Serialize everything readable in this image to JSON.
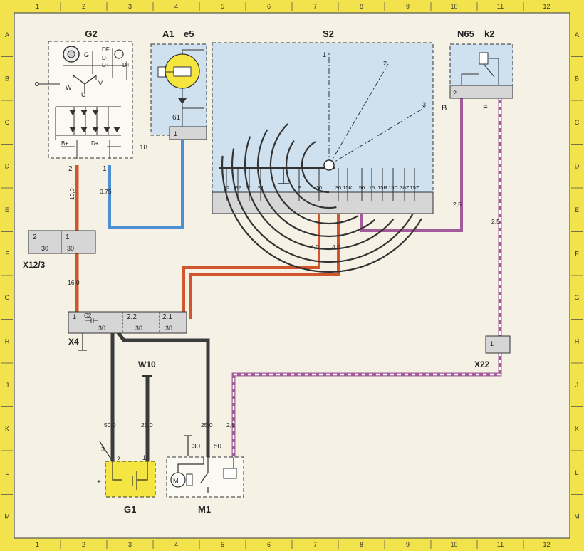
{
  "frame": {
    "columns": [
      "1",
      "2",
      "3",
      "4",
      "5",
      "6",
      "7",
      "8",
      "9",
      "10",
      "11",
      "12"
    ],
    "rows": [
      "A",
      "B",
      "C",
      "D",
      "E",
      "F",
      "G",
      "H",
      "J",
      "K",
      "L",
      "M"
    ]
  },
  "components": {
    "g2": {
      "label": "G2",
      "terminal_g": "G",
      "terminal_df": "DF",
      "terminal_dminus": "D-",
      "terminal_dplus": "D+",
      "terminal_dplus2": "D+",
      "phase_w": "W",
      "phase_v": "V",
      "phase_u": "U",
      "terminal_bplus": "B+",
      "terminal_dplus3": "D+",
      "pin_2": "2",
      "pin_1": "1",
      "id_18": "18"
    },
    "a1e5": {
      "label_a1": "A1",
      "label_e5": "e5",
      "terminal_61": "61",
      "pin_1": "1"
    },
    "s2": {
      "label": "S2",
      "pos_1": "1",
      "pos_2": "2",
      "pos_3": "3",
      "contacts": [
        "S2",
        "S2",
        "S1",
        "S1",
        "P",
        "30",
        "30",
        "15K",
        "50",
        "15",
        "15R",
        "15C",
        "30Z",
        "15Z"
      ]
    },
    "n65": {
      "label_n65": "N65",
      "label_k2": "k2",
      "pin_2": "2",
      "term_b": "B",
      "term_f": "F"
    },
    "x12": {
      "label": "X12/3",
      "pin_2": "2",
      "pin_1": "1",
      "t30a": "30",
      "t30b": "30"
    },
    "x4": {
      "label": "X4",
      "pin_1": "1",
      "c2": "C2",
      "pin_22": "2.2",
      "pin_21": "2.1",
      "t30a": "30",
      "t30b": "30",
      "t30c": "30"
    },
    "x22": {
      "label": "X22",
      "pin_1": "1"
    },
    "w10": {
      "label": "W10"
    },
    "g1": {
      "label": "G1",
      "pin_3": "3",
      "pin_2": "2",
      "pin_1": "1",
      "plus": "+"
    },
    "m1": {
      "label": "M1",
      "t30": "30",
      "t50": "50",
      "motor": "M"
    }
  },
  "wires": {
    "g2_out2": "10,0",
    "g2_out1": "0,75",
    "x12_x4": "16,0",
    "s2_30a": "4,0",
    "s2_30b": "4,0",
    "n65_s2": "2,5",
    "x22_n65": "2,5",
    "x4_g1": "50,0",
    "w10_g1": "25,0",
    "x4_m1": "25,0",
    "x22_m1": "2,5"
  },
  "colors": {
    "wire_red": "#d2562c",
    "wire_blue": "#4c8fd4",
    "wire_violet": "#a35a9a",
    "wire_black": "#3b3b3b",
    "wire_white": "#ffffff",
    "panel_fill": "#cfe1ee",
    "frame_yellow": "#f2e34c",
    "connector_fill": "#d6d6d6",
    "battery_yellow": "#f4e541"
  }
}
